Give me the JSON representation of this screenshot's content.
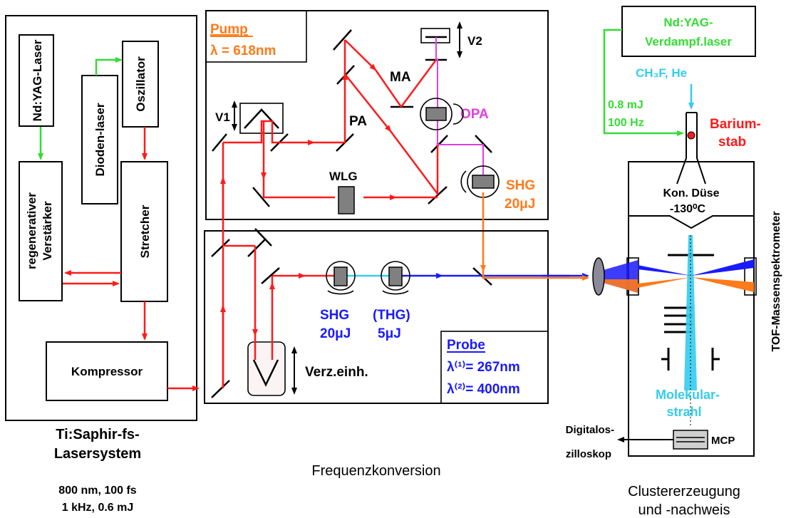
{
  "colors": {
    "red_beam": "#ff1a1a",
    "green_beam": "#33dd33",
    "orange": "#ff7a1a",
    "blue": "#1a1aff",
    "cyan": "#33ccee",
    "magenta": "#e040e0",
    "crystal_gray": "#808080"
  },
  "laser_system": {
    "ndyag": "Nd:YAG-Laser",
    "diode": "Dioden-laser",
    "oscillator": "Oszillator",
    "regenerative_line1": "regenerativer",
    "regenerative_line2": "Verstärker",
    "stretcher": "Stretcher",
    "compressor": "Kompressor",
    "title_line1": "Ti:Saphir-fs-",
    "title_line2": "Lasersystem",
    "spec_line1": "800 nm, 100 fs",
    "spec_line2": "1 kHz, 0.6 mJ"
  },
  "pump": {
    "heading": "Pump",
    "lambda": "λ = 618nm",
    "v1": "V1",
    "v2": "V2",
    "ma": "MA",
    "pa": "PA",
    "opa": "OPA",
    "wlg": "WLG",
    "shg": "SHG",
    "shg_energy": "20μJ"
  },
  "conversion": {
    "title": "Frequenzkonversion",
    "shg": "SHG",
    "shg_energy": "20μJ",
    "thg": "(THG)",
    "thg_energy": "5μJ",
    "delay": "Verz.einh.",
    "probe_heading": "Probe",
    "lambda1": "λ⁽¹⁾= 267nm",
    "lambda2": "λ⁽²⁾= 400nm"
  },
  "cluster": {
    "vaporization_line1": "Nd:YAG-",
    "vaporization_line2": "Verdampf.laser",
    "gas": "CH₃F, He",
    "energy": "0.8 mJ",
    "rate": "100 Hz",
    "barium_line1": "Barium-",
    "barium_line2": "stab",
    "nozzle_line1": "Kon. Düse",
    "nozzle_line2": "-130⁰C",
    "molecular_line1": "Molekular-",
    "molecular_line2": "strahl",
    "mcp": "MCP",
    "scope_line1": "Digitalos-",
    "scope_line2": "zilloskop",
    "tof": "TOF-Massenspektrometer",
    "title_line1": "Clustererzeugung",
    "title_line2": "und -nachweis"
  }
}
